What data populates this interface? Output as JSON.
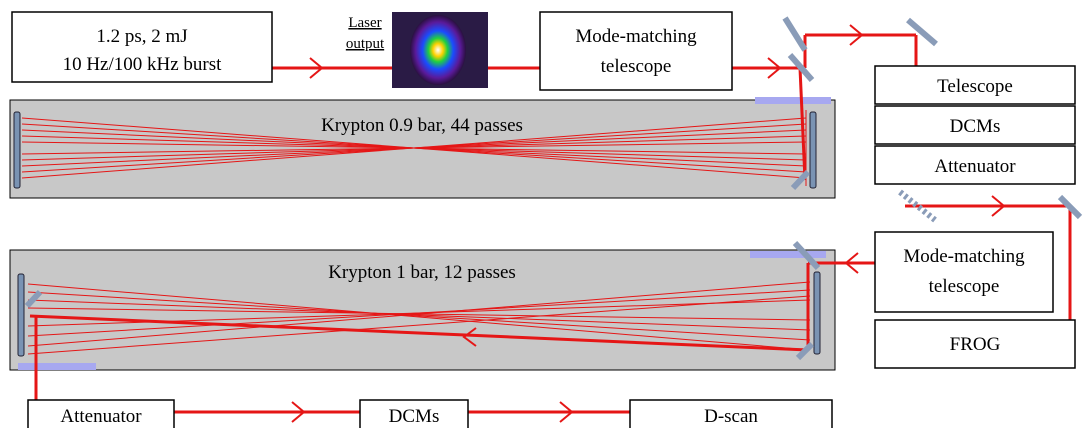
{
  "source_box": {
    "line1": "1.2 ps, 2 mJ",
    "line2": "10 Hz/100 kHz burst"
  },
  "laser_output": {
    "line1": "Laser",
    "line2": "output"
  },
  "mode_matching_top": {
    "line1": "Mode-matching",
    "line2": "telescope"
  },
  "cell_1": {
    "label": "Krypton 0.9 bar, 44 passes"
  },
  "cell_2": {
    "label": "Krypton 1 bar, 12 passes"
  },
  "right_stack": {
    "telescope": "Telescope",
    "dcms": "DCMs",
    "attenuator": "Attenuator"
  },
  "mode_matching_right": {
    "line1": "Mode-matching",
    "line2": "telescope"
  },
  "frog": {
    "label": "FROG"
  },
  "bottom_row": {
    "attenuator": "Attenuator",
    "dcms": "DCMs",
    "dscan": "D-scan"
  },
  "colors": {
    "beam": "#e51616",
    "mirror": "#8a9cb8",
    "window": "#a7a8f0",
    "cell_fill": "#c8c8c8"
  }
}
